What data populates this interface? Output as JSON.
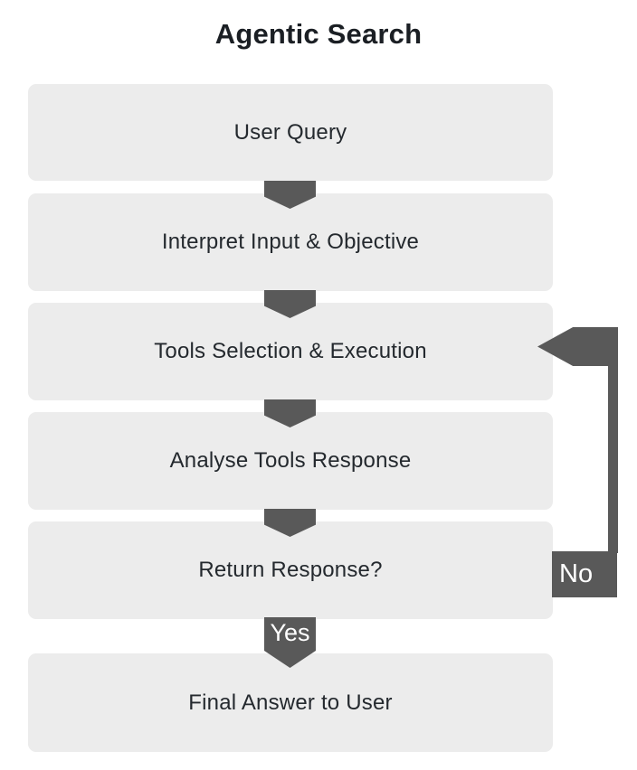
{
  "title": "Agentic Search",
  "colors": {
    "background": "#ffffff",
    "box_fill": "#ececec",
    "arrow": "#595959",
    "box_text": "#24292e",
    "title_text": "#1b1f24",
    "branch_label_text": "#ffffff"
  },
  "flow": {
    "steps": [
      {
        "label": "User Query"
      },
      {
        "label": "Interpret Input & Objective"
      },
      {
        "label": "Tools Selection & Execution"
      },
      {
        "label": "Analyse Tools Response"
      },
      {
        "label": "Return Response?"
      },
      {
        "label": "Final Answer to User"
      }
    ],
    "yes_label": "Yes",
    "no_label": "No"
  }
}
